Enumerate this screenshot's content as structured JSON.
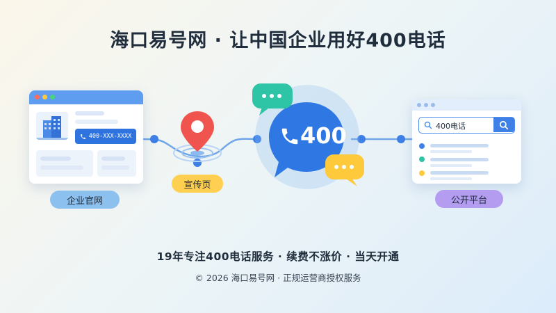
{
  "header": {
    "title": "海口易号网 · 让中国企业用好400电话"
  },
  "website_window": {
    "phone_text": "400-XXX-XXXX"
  },
  "platform_window": {
    "search_value": "400电话"
  },
  "hub": {
    "number": "400"
  },
  "labels": {
    "website": "企业官网",
    "promo": "宣传页",
    "platform": "公开平台"
  },
  "footer": {
    "tagline": "19年专注400电话服务 · 续费不涨价 · 当天开通",
    "copyright": "© 2026 海口易号网 · 正规运营商授权服务"
  },
  "colors": {
    "accent_blue": "#3e80e6",
    "pin_red": "#f0544f",
    "chat_green": "#2ec4a6",
    "chat_yellow": "#ffc93c",
    "pill_yellow": "#ffcf52",
    "pill_purple": "#b49cf0",
    "pill_blue": "#8cc0ef"
  },
  "icons": {
    "phone": "phone-icon",
    "pin": "map-pin-icon",
    "search": "search-icon",
    "building": "building-icon"
  }
}
